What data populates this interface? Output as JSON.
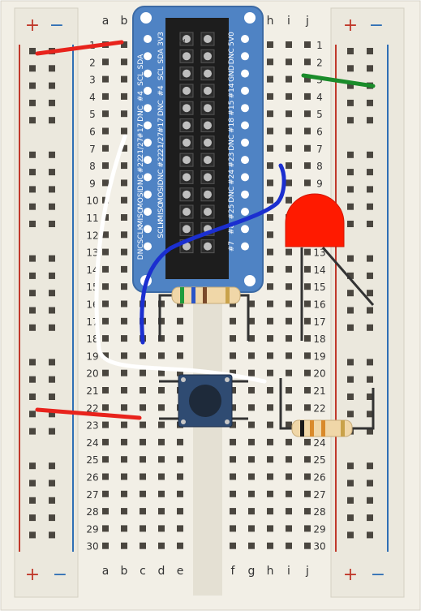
{
  "breadboard": {
    "row_numbers": [
      "1",
      "2",
      "3",
      "4",
      "5",
      "6",
      "7",
      "8",
      "9",
      "10",
      "11",
      "12",
      "13",
      "14",
      "15",
      "16",
      "17",
      "18",
      "19",
      "20",
      "21",
      "22",
      "23",
      "24",
      "25",
      "26",
      "27",
      "28",
      "29",
      "30"
    ],
    "columns_left": [
      "a",
      "b",
      "c",
      "d",
      "e"
    ],
    "columns_right": [
      "f",
      "g",
      "h",
      "i",
      "j"
    ],
    "rail_plus": "+",
    "rail_minus": "−",
    "colors": {
      "board": "#eeebe0",
      "hole": "#4a463f",
      "rail_red": "#c0392b",
      "rail_blue": "#2f6fb5",
      "label": "#333333"
    }
  },
  "cobbler": {
    "color": "#4f83c4",
    "pin_labels_left": [
      "SDA",
      "SCL",
      "#4",
      "DNC",
      "#17",
      "21/27",
      "#22",
      "DNC",
      "MOSI",
      "MISO",
      "SCLK",
      "DNC"
    ],
    "pin_labels_inner_left": [
      "3V3",
      "SDA",
      "SCL",
      "#4",
      "DNC",
      "#17",
      "21/27",
      "#22",
      "DNC",
      "MOSI",
      "MISO",
      "SCLK"
    ],
    "pin_labels_inner_right": [
      "5V0",
      "DNC",
      "GND",
      "#14",
      "#15",
      "#18",
      "DNC",
      "#23",
      "#24",
      "DNC",
      "#25",
      "#8",
      "#7"
    ],
    "header_marker": "1"
  },
  "components": {
    "led_color": "#ff1a00",
    "button_color": "#1e2a3a",
    "resistor_1_bands": [
      "#1f9c3c",
      "#2a55c8",
      "#7a4a2a",
      "#c9a24a"
    ],
    "resistor_2_bands": [
      "#1a1a1a",
      "#d98a2b",
      "#d98a2b",
      "#c9a24a"
    ],
    "wire_colors": {
      "red": "#e8231c",
      "green": "#1a8c2a",
      "blue": "#1b2fd0",
      "white": "#ffffff",
      "black": "#333333"
    }
  }
}
